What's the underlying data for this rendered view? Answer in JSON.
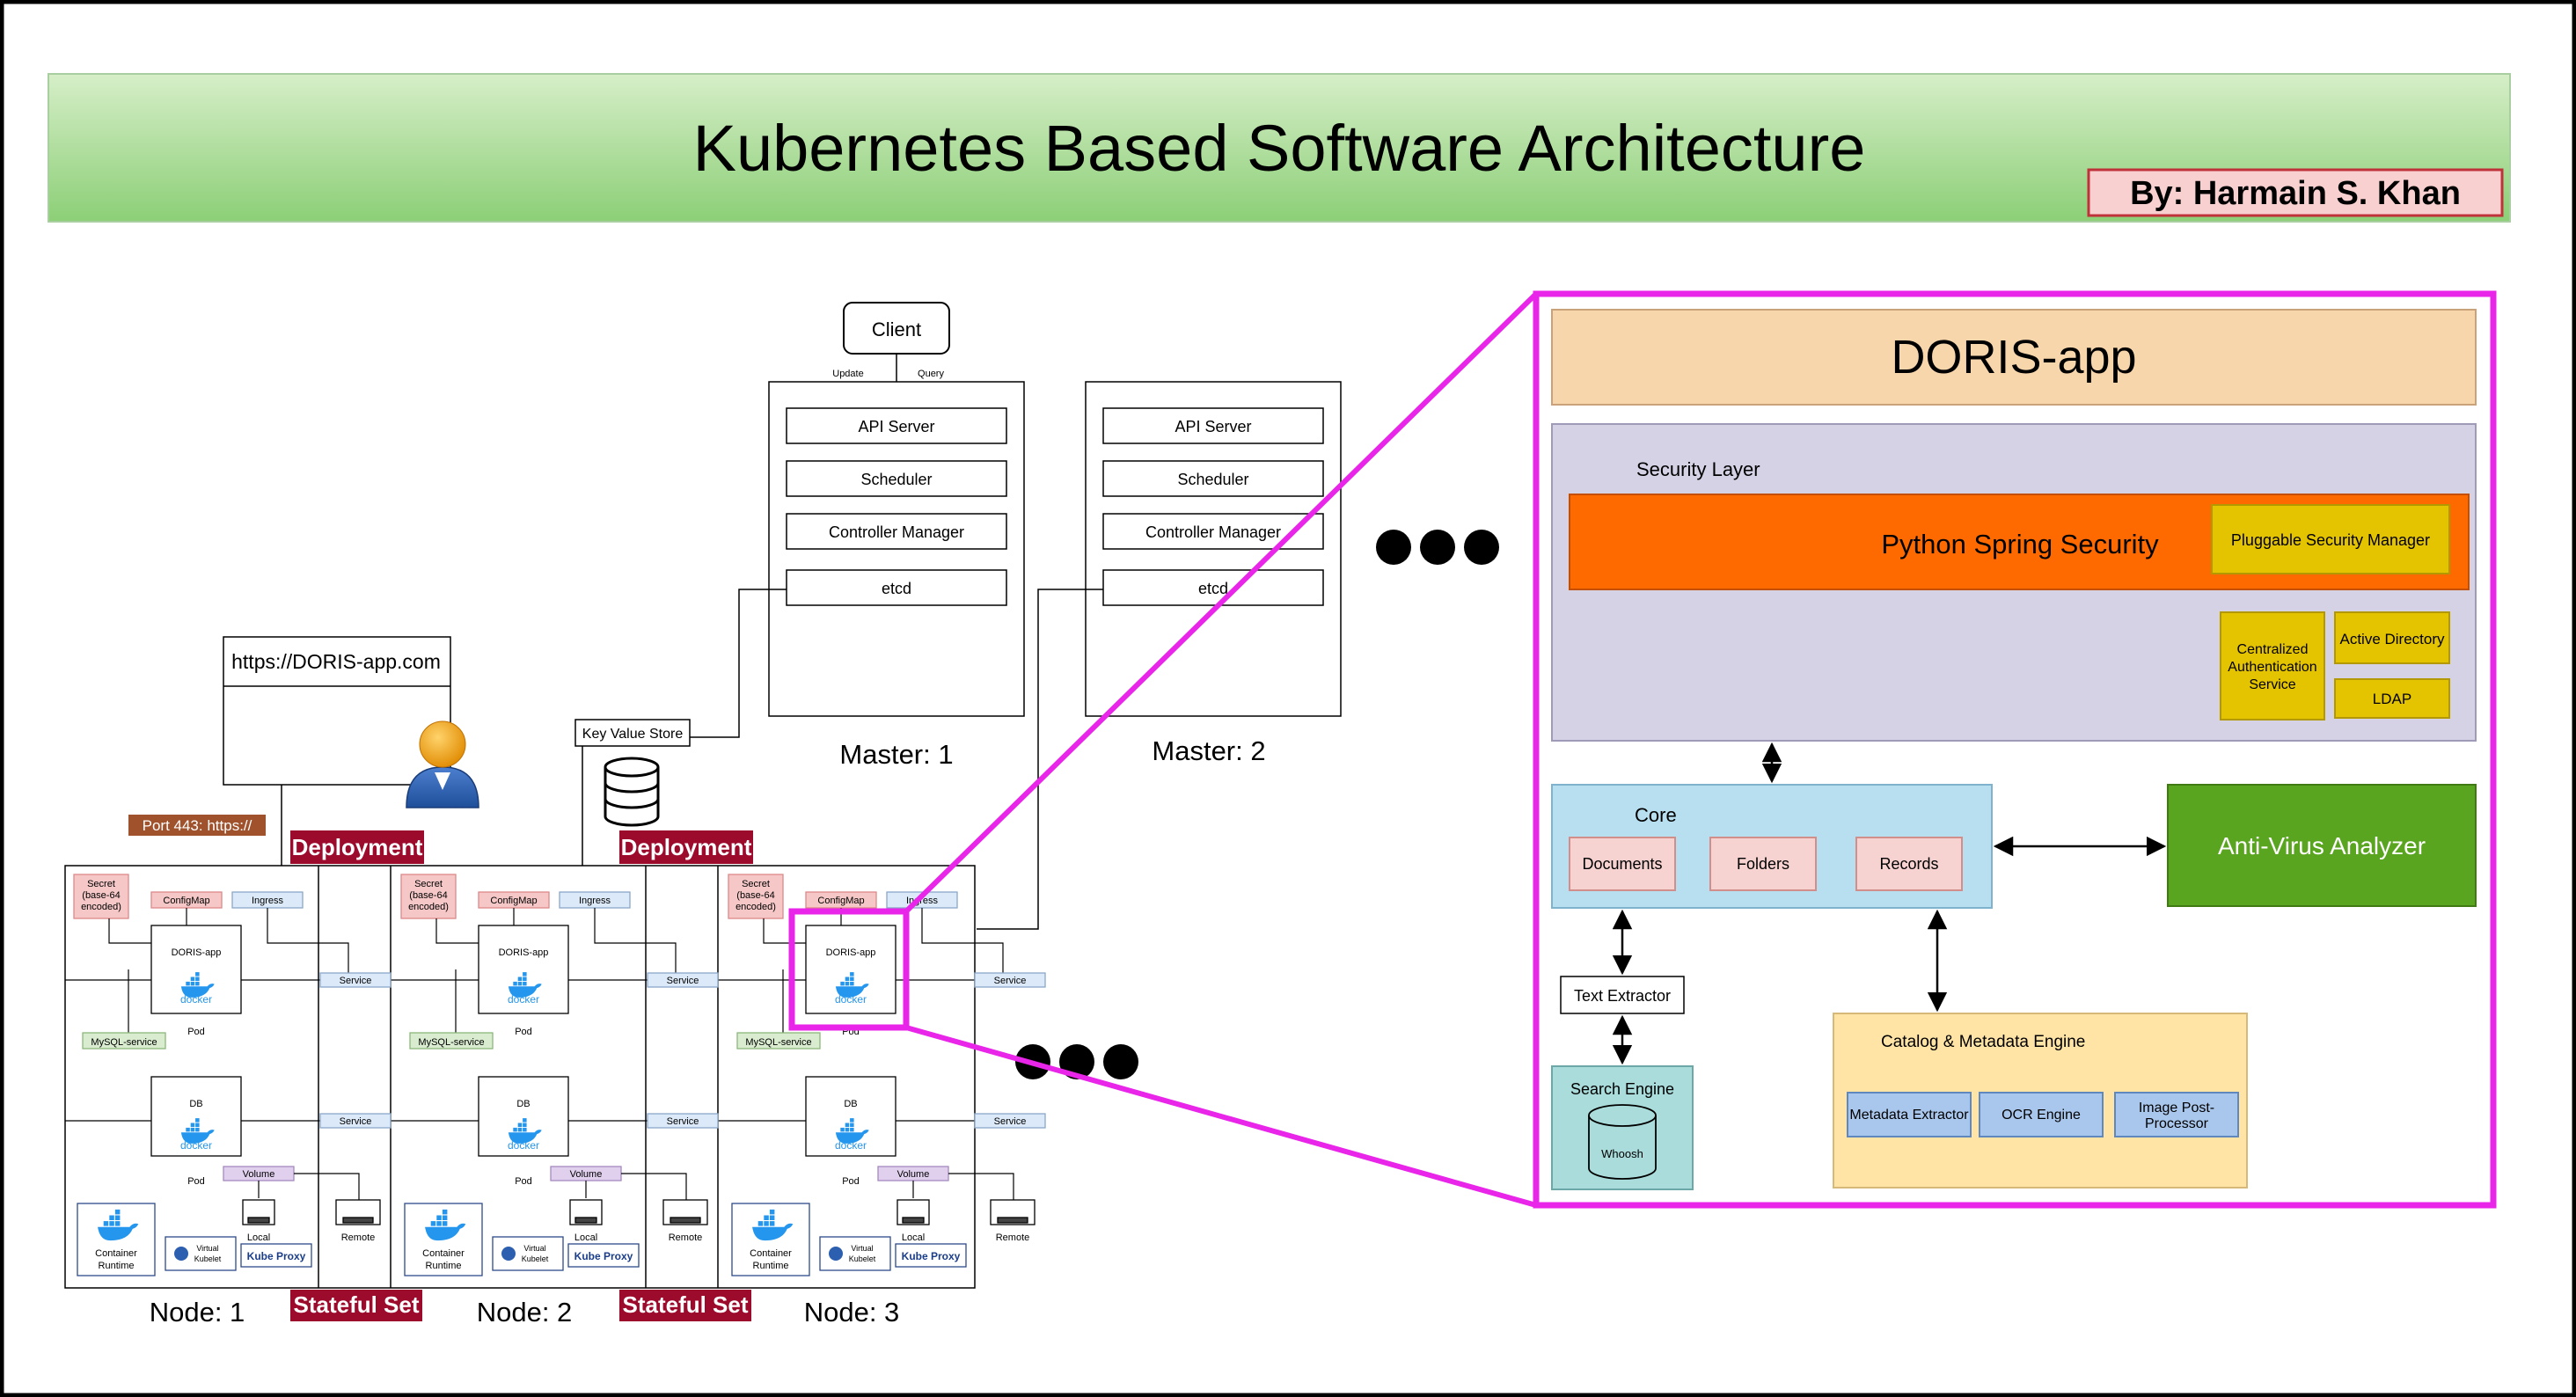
{
  "title": "Kubernetes Based Software Architecture",
  "author": "By: Harmain S. Khan",
  "client": {
    "label": "Client",
    "update": "Update",
    "query": "Query"
  },
  "masters": [
    {
      "label": "Master: 1",
      "components": [
        "API Server",
        "Scheduler",
        "Controller Manager",
        "etcd"
      ]
    },
    {
      "label": "Master: 2",
      "components": [
        "API Server",
        "Scheduler",
        "Controller Manager",
        "etcd"
      ]
    }
  ],
  "key_value_store": "Key Value Store",
  "url": "https://DORIS-app.com",
  "port": "Port 443: https://",
  "deployment": "Deployment",
  "stateful_set": "Stateful Set",
  "nodes": [
    {
      "label": "Node: 1"
    },
    {
      "label": "Node: 2"
    },
    {
      "label": "Node: 3"
    }
  ],
  "node_parts": {
    "secret_1": "Secret",
    "secret_2": "(base-64",
    "secret_3": "encoded)",
    "configmap": "ConfigMap",
    "ingress": "Ingress",
    "doris_app": "DORIS-app",
    "db": "DB",
    "docker": "docker",
    "pod": "Pod",
    "service": "Service",
    "mysql_service": "MySQL-service",
    "volume": "Volume",
    "local": "Local",
    "remote": "Remote",
    "container_runtime_1": "Container",
    "container_runtime_2": "Runtime",
    "virtual_kubelet_1": "Virtual",
    "virtual_kubelet_2": "Kubelet",
    "kube_proxy": "Kube Proxy"
  },
  "doris": {
    "title": "DORIS-app",
    "security_layer": "Security Layer",
    "python_spring_security": "Python Spring Security",
    "pluggable_security_manager": "Pluggable Security Manager",
    "central_auth_1": "Centralized",
    "central_auth_2": "Authentication",
    "central_auth_3": "Service",
    "active_directory": "Active Directory",
    "ldap": "LDAP",
    "core": "Core",
    "documents": "Documents",
    "folders": "Folders",
    "records": "Records",
    "anti_virus": "Anti-Virus Analyzer",
    "text_extractor": "Text Extractor",
    "search_engine": "Search Engine",
    "whoosh": "Whoosh",
    "catalog": "Catalog & Metadata Engine",
    "metadata_extractor": "Metadata Extractor",
    "ocr_engine": "OCR Engine",
    "image_post_1": "Image Post-",
    "image_post_2": "Processor"
  },
  "colors": {
    "frame": "#000000",
    "title_bar_top": "#d2ecc4",
    "title_bar_bottom": "#8fd07a",
    "author_fill": "#f9d0d0",
    "author_border": "#c0323a",
    "highlight": "#e825e8",
    "deployment": "#9c0a2c",
    "port": "#a0522d",
    "doris_header": "#f8d6ac",
    "security_layer": "#d6d2e6",
    "spring": "#ff6a00",
    "security_yellow": "#e4c400",
    "core": "#b7dff0",
    "core_item": "#f6d2d0",
    "anti_virus": "#5aa51f",
    "search_engine": "#a9dcdb",
    "catalog": "#ffe4a6",
    "catalog_item": "#a9c6ec",
    "secret": "#f5c7c7",
    "ingress": "#dce9f8",
    "mysql": "#d9ecd0",
    "volume": "#e0d0ee",
    "docker": "#2496ed"
  }
}
